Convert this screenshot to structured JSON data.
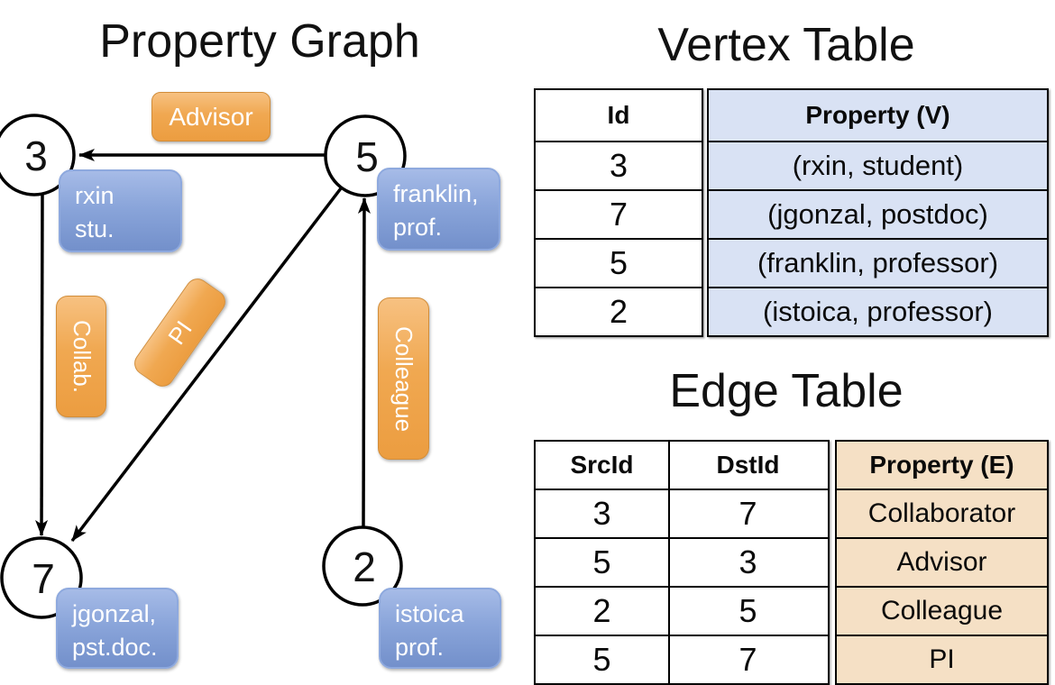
{
  "graph": {
    "title": "Property Graph",
    "nodes": [
      {
        "id": "3",
        "label_line1": "rxin",
        "label_line2": "stu."
      },
      {
        "id": "5",
        "label_line1": "franklin,",
        "label_line2": "prof."
      },
      {
        "id": "7",
        "label_line1": "jgonzal,",
        "label_line2": "pst.doc."
      },
      {
        "id": "2",
        "label_line1": "istoica",
        "label_line2": "prof."
      }
    ],
    "edge_labels": {
      "advisor": "Advisor",
      "collab": "Collab.",
      "pi": "PI",
      "colleague": "Colleague"
    }
  },
  "vertex_table": {
    "title": "Vertex Table",
    "headers": {
      "id": "Id",
      "property": "Property (V)"
    },
    "rows": [
      {
        "id": "3",
        "property": "(rxin, student)"
      },
      {
        "id": "7",
        "property": "(jgonzal, postdoc)"
      },
      {
        "id": "5",
        "property": "(franklin, professor)"
      },
      {
        "id": "2",
        "property": "(istoica, professor)"
      }
    ]
  },
  "edge_table": {
    "title": "Edge Table",
    "headers": {
      "src": "SrcId",
      "dst": "DstId",
      "property": "Property (E)"
    },
    "rows": [
      {
        "src": "3",
        "dst": "7",
        "property": "Collaborator"
      },
      {
        "src": "5",
        "dst": "3",
        "property": "Advisor"
      },
      {
        "src": "2",
        "dst": "5",
        "property": "Colleague"
      },
      {
        "src": "5",
        "dst": "7",
        "property": "PI"
      }
    ]
  },
  "colors": {
    "edge_label_fill": "#f0a851",
    "vertex_label_fill": "#8aa5da",
    "vertex_cell_bg": "#d9e2f4",
    "edge_cell_bg": "#f5e0c5",
    "line_color": "#000000"
  }
}
